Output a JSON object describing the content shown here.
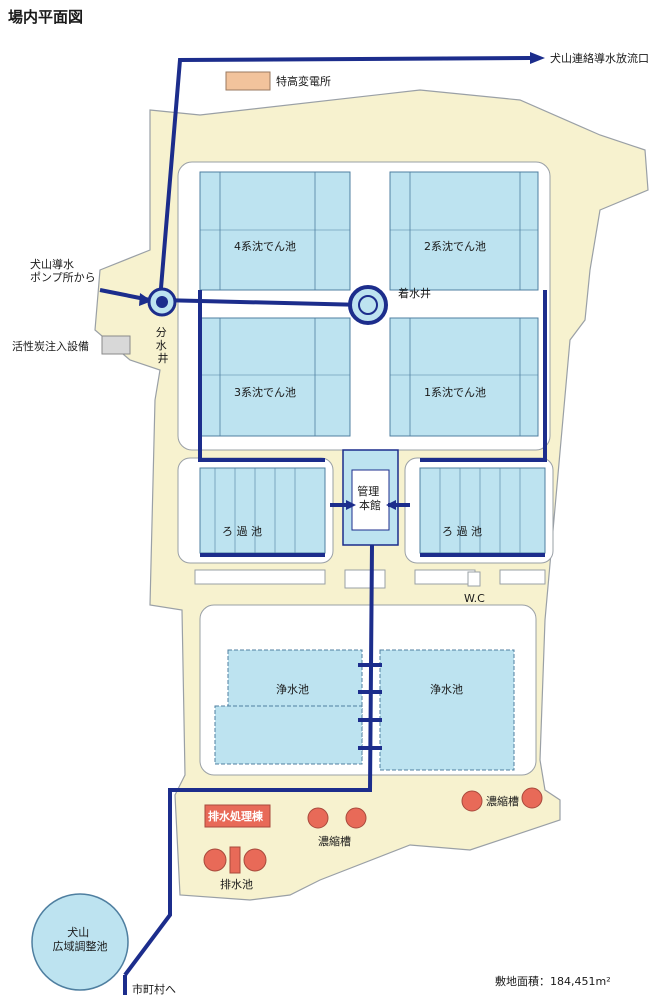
{
  "title": "場内平面図",
  "labels": {
    "outlet": "犬山連絡導水放流口",
    "substation": "特高変電所",
    "intake": "犬山導水\nポンプ所から",
    "bunsuisei": "分\n水\n井",
    "activated_carbon": "活性炭注入設備",
    "chakusuisei": "着水井",
    "basin4": "4系沈でん池",
    "basin2": "2系沈でん池",
    "basin3": "3系沈でん池",
    "basin1": "1系沈でん池",
    "filter_left": "ろ  過  池",
    "filter_right": "ろ  過  池",
    "admin": "管理\n本館",
    "wc": "W.C",
    "clear_left": "浄水池",
    "clear_right": "浄水池",
    "wastewater_bldg": "排水処理棟",
    "thickener_mid": "濃縮槽",
    "thickener_right": "濃縮槽",
    "drain_pond": "排水池",
    "regulating_pond": "犬山\n広域調整池",
    "to_municipalities": "市町村へ",
    "site_area": "敷地面積：184,451m²"
  },
  "colors": {
    "pipe": "#1c2d8c",
    "basin_fill": "#bde3f0",
    "basin_line": "#4f7fa0",
    "road_fill": "#f7f2cf",
    "road_line": "#9aa0a6",
    "red_fill": "#e86a58",
    "substation_fill": "#f2c39c",
    "gray_fill": "#d8d8d8"
  }
}
